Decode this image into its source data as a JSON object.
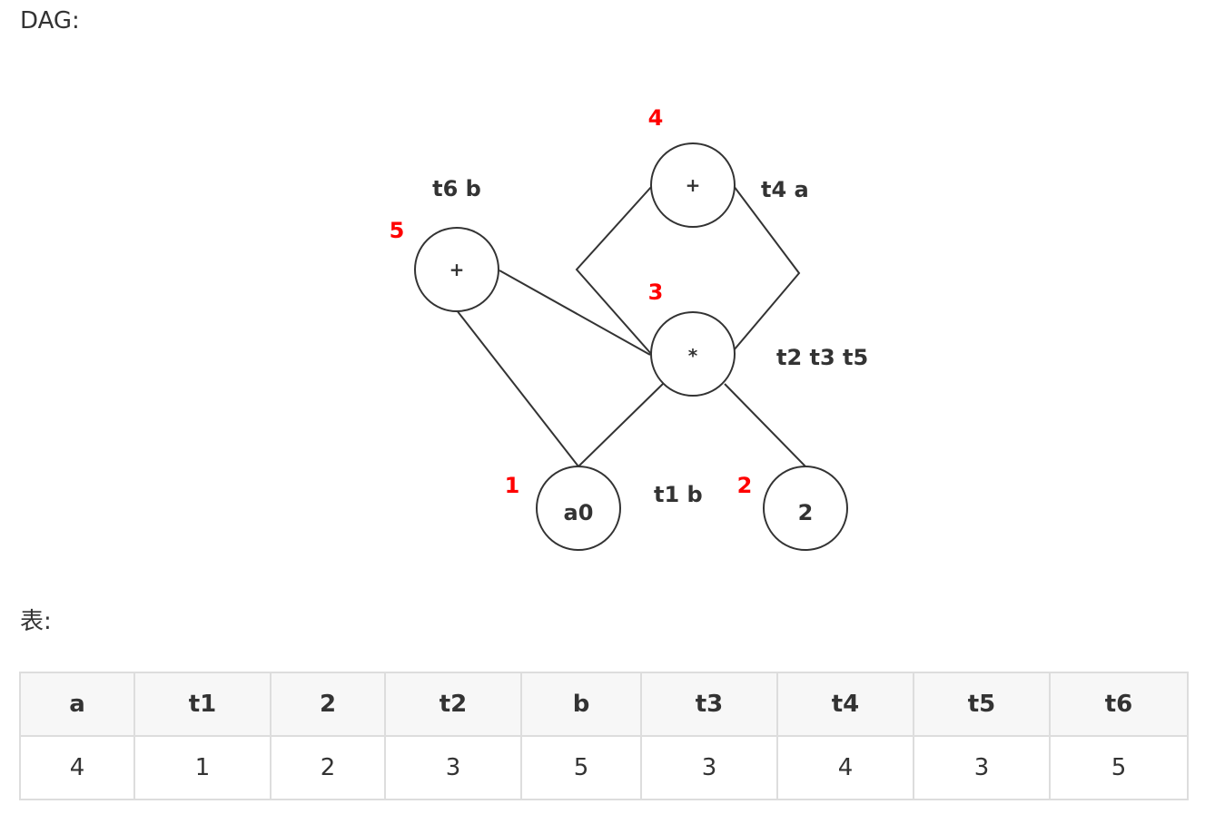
{
  "dag_heading": "DAG:",
  "table_heading": "表:",
  "diagram": {
    "nodes": [
      {
        "id": "plus-top",
        "symbol": "+",
        "number": "4",
        "vars": "t4 a"
      },
      {
        "id": "plus-left",
        "symbol": "+",
        "number": "5",
        "vars": "t6 b"
      },
      {
        "id": "mult",
        "symbol": "*",
        "number": "3",
        "vars": "t2 t3 t5"
      },
      {
        "id": "leaf-a0",
        "symbol": "a0",
        "number": "1",
        "vars": "t1 b"
      },
      {
        "id": "leaf-2",
        "symbol": "2",
        "number": "2",
        "vars": ""
      }
    ],
    "edges": [
      {
        "from": "plus-top",
        "to": "mult"
      },
      {
        "from": "plus-top",
        "to": "mult"
      },
      {
        "from": "plus-left",
        "to": "mult"
      },
      {
        "from": "plus-left",
        "to": "leaf-a0"
      },
      {
        "from": "mult",
        "to": "leaf-a0"
      },
      {
        "from": "mult",
        "to": "leaf-2"
      }
    ]
  },
  "table": {
    "headers": [
      "a",
      "t1",
      "2",
      "t2",
      "b",
      "t3",
      "t4",
      "t5",
      "t6"
    ],
    "values": [
      "4",
      "1",
      "2",
      "3",
      "5",
      "3",
      "4",
      "3",
      "5"
    ]
  }
}
